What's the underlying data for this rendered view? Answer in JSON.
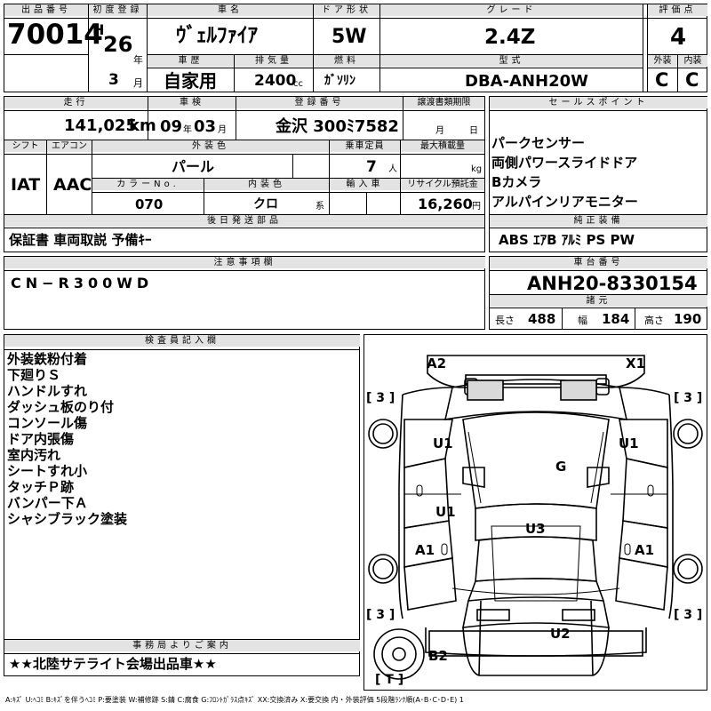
{
  "header": {
    "lot_label": "出品番号",
    "lot_number": "70014",
    "first_reg_label": "初度登録",
    "era": "H",
    "year": "26",
    "year_unit": "年",
    "month": "3",
    "month_unit": "月",
    "car_name_label": "車名",
    "car_name": "ｳﾞｪﾙﾌｧｲｱ",
    "door_label": "ドア形状",
    "door": "5W",
    "grade_label": "グレード",
    "grade": "2.4Z",
    "score_label": "評価点",
    "score": "4",
    "history_label": "車歴",
    "history": "自家用",
    "displacement_label": "排気量",
    "displacement": "2400",
    "displacement_unit": "cc",
    "fuel_label": "燃料",
    "fuel": "ｶﾞｿﾘﾝ",
    "model_label": "型式",
    "model": "DBA-ANH20W",
    "exterior_label": "外装",
    "exterior": "C",
    "interior_label": "内装",
    "interior": "C"
  },
  "row2": {
    "mileage_label": "走行",
    "mileage": "141,025",
    "mileage_unit": "km",
    "inspection_label": "車検",
    "inspection_year": "09",
    "inspection_year_unit": "年",
    "inspection_month": "03",
    "inspection_month_unit": "月",
    "plate_label": "登録番号",
    "plate": "金沢 300ﾐ7582",
    "transfer_label": "譲渡書類期限",
    "transfer_month_unit": "月",
    "transfer_day_unit": "日",
    "shift_label": "シフト",
    "shift": "IAT",
    "ac_label": "エアコン",
    "ac": "AAC",
    "color_label": "外装色",
    "color": "パール",
    "capacity_label": "乗車定員",
    "capacity": "7",
    "capacity_unit": "人",
    "load_label": "最大積載量",
    "load_unit": "kg",
    "color_no_label": "カラーNo.",
    "color_no": "070",
    "interior_color_label": "内装色",
    "interior_color": "クロ",
    "interior_color_unit": "系",
    "import_label": "輸入車",
    "recycle_label": "リサイクル預託金",
    "recycle": "16,260",
    "recycle_unit": "円"
  },
  "sales": {
    "label": "セールスポイント",
    "items": [
      "パークセンサー",
      "両側パワースライドドア",
      "Bカメラ",
      "アルパインリアモニター"
    ]
  },
  "accessories": {
    "label": "後日発送部品",
    "value": "保証書 車両取説 予備ｷｰ"
  },
  "equipment": {
    "label": "純正装備",
    "value": "ABS ｴｱB ｱﾙﾐ PS PW"
  },
  "notes": {
    "label": "注意事項欄",
    "value": "CN−R300WD"
  },
  "chassis": {
    "label": "車台番号",
    "value": "ANH20-8330154"
  },
  "specs": {
    "label": "諸元",
    "length_label": "長さ",
    "length": "488",
    "width_label": "幅",
    "width": "184",
    "height_label": "高さ",
    "height": "190"
  },
  "inspector": {
    "label": "検査員記入欄",
    "lines": [
      "外装鉄粉付着",
      "下廻りＳ",
      "ハンドルすれ",
      "ダッシュ板のり付",
      "コンソール傷",
      "ドア内張傷",
      "室内汚れ",
      "シートすれ小",
      "タッチＰ跡",
      "バンパー下Ａ",
      "シャシブラック塗装"
    ]
  },
  "office": {
    "label": "事務局よりご案内",
    "value": "★★北陸サテライト会場出品車★★"
  },
  "diagram": {
    "marks": {
      "a2": "A2",
      "x1": "X1",
      "tire_fl": "[ 3 ]",
      "tire_fr": "[ 3 ]",
      "tire_rl": "[ 3 ]",
      "tire_rr": "[ 3 ]",
      "spare": "[ T ]",
      "u1_left": "U1",
      "u1_right": "U1",
      "u1_center": "U1",
      "g": "G",
      "u3": "U3",
      "a1_left": "A1",
      "a1_right": "A1",
      "u2": "U2",
      "b2": "B2"
    }
  },
  "legend": "A:ｷｽﾞ U:ﾍｺﾐ B:ｷｽﾞを伴うﾍｺﾐ P:要塗装 W:補修跡 S:錆 C:腐食 G:ﾌﾛﾝﾄｶﾞﾗｽ点ｷｽﾞ XX:交換済み X:要交換 内・外装評価 5段階ﾗﾝｸ順(A･B･C･D･E) 1"
}
